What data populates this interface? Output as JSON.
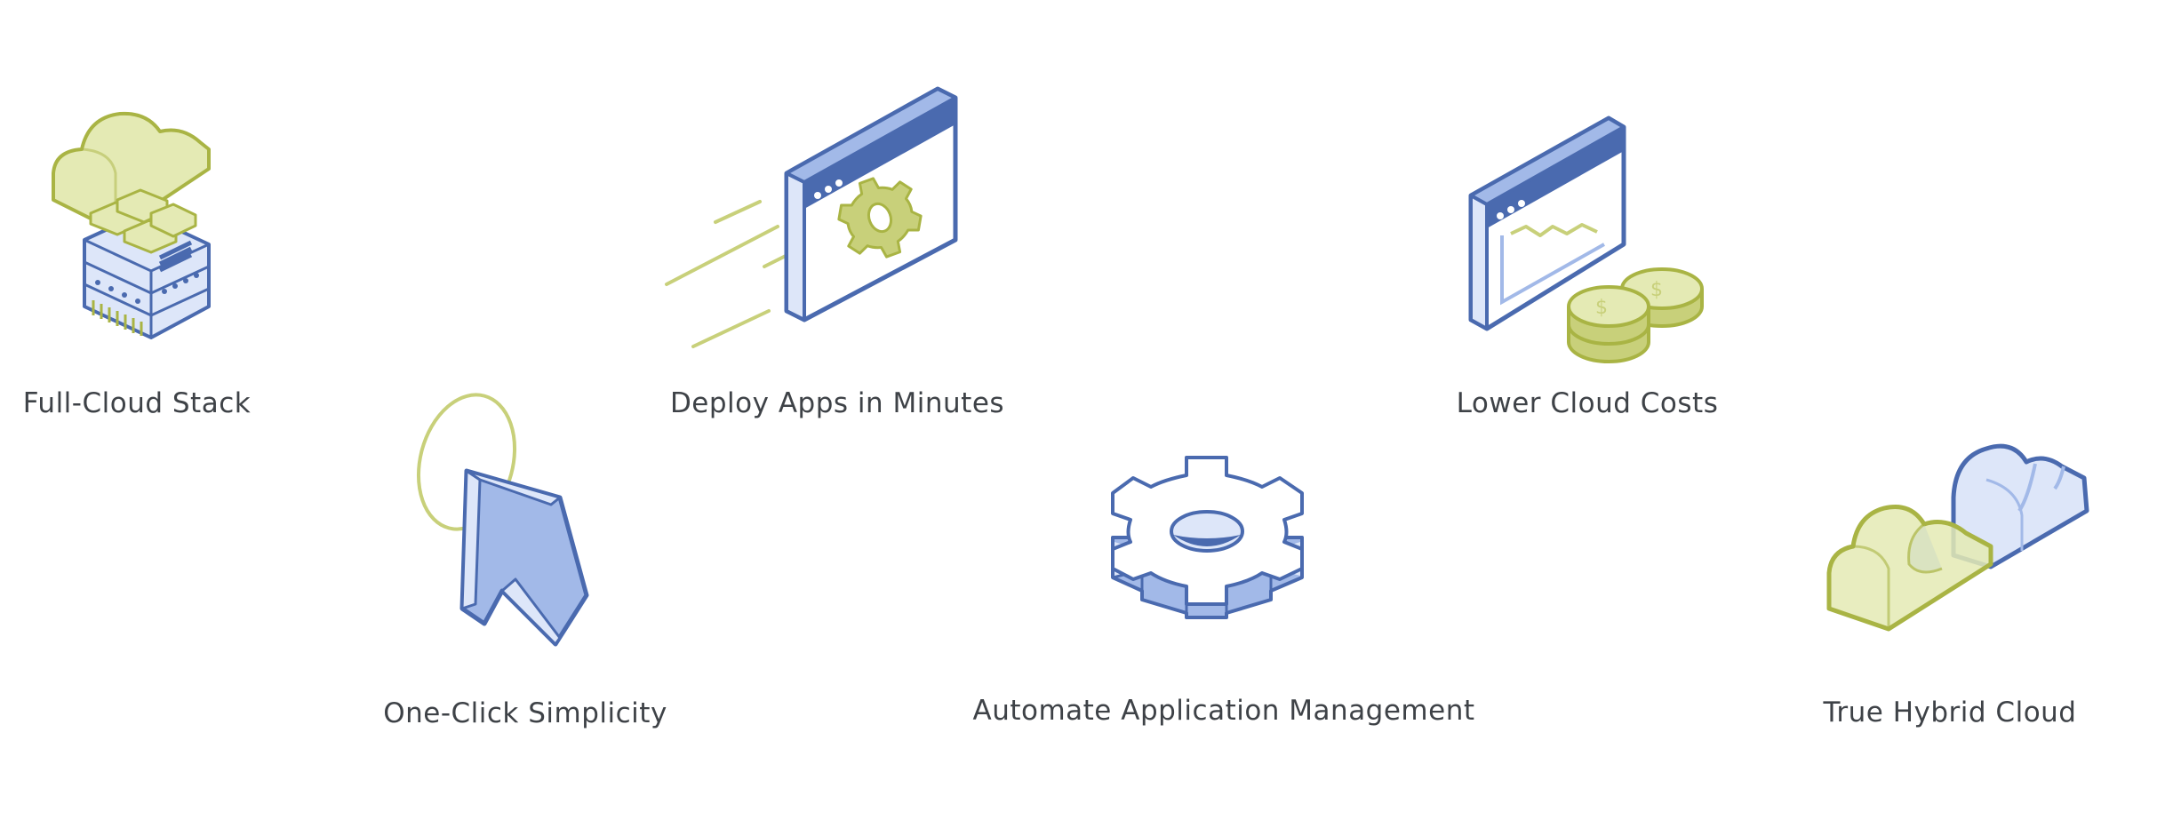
{
  "colors": {
    "blue": "#4a6aaf",
    "blue_light": "#dde6f9",
    "blue_mid": "#a2b9e8",
    "green": "#a9b444",
    "green_light": "#e4eab4",
    "green_mid": "#c8d07a",
    "text": "#3e4247"
  },
  "features": [
    {
      "label": "Full-Cloud Stack",
      "icon": "cloud-server-stack-icon"
    },
    {
      "label": "Deploy Apps in Minutes",
      "icon": "browser-gear-icon"
    },
    {
      "label": "Lower Cloud Costs",
      "icon": "browser-chart-coins-icon"
    },
    {
      "label": "One-Click Simplicity",
      "icon": "cursor-click-icon"
    },
    {
      "label": "Automate Application Management",
      "icon": "gear-icon"
    },
    {
      "label": "True Hybrid Cloud",
      "icon": "hybrid-clouds-icon"
    }
  ]
}
